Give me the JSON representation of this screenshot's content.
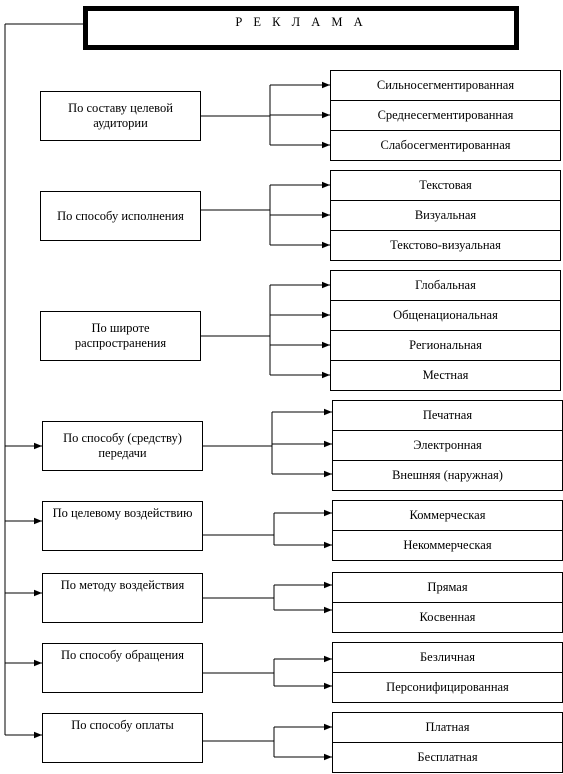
{
  "title": "Р Е К Л А М А",
  "groups": [
    {
      "label": "По составу целевой аудитории",
      "items": [
        "Сильносегментированная",
        "Среднесегментированная",
        "Слабосегментированная"
      ]
    },
    {
      "label": "По способу исполнения",
      "items": [
        "Текстовая",
        "Визуальная",
        "Текстово-визуальная"
      ]
    },
    {
      "label": "По широте распространения",
      "items": [
        "Глобальная",
        "Общенациональная",
        "Региональная",
        "Местная"
      ]
    },
    {
      "label": "По способу (средству) передачи",
      "items": [
        "Печатная",
        "Электронная",
        "Внешняя (наружная)"
      ]
    },
    {
      "label": "По целевому воздействию",
      "items": [
        "Коммерческая",
        "Некоммерческая"
      ]
    },
    {
      "label": "По методу воздействия",
      "items": [
        "Прямая",
        "Косвенная"
      ]
    },
    {
      "label": "По способу обращения",
      "items": [
        "Безличная",
        "Персонифицированная"
      ]
    },
    {
      "label": "По способу оплаты",
      "items": [
        "Платная",
        "Бесплатная"
      ]
    }
  ]
}
